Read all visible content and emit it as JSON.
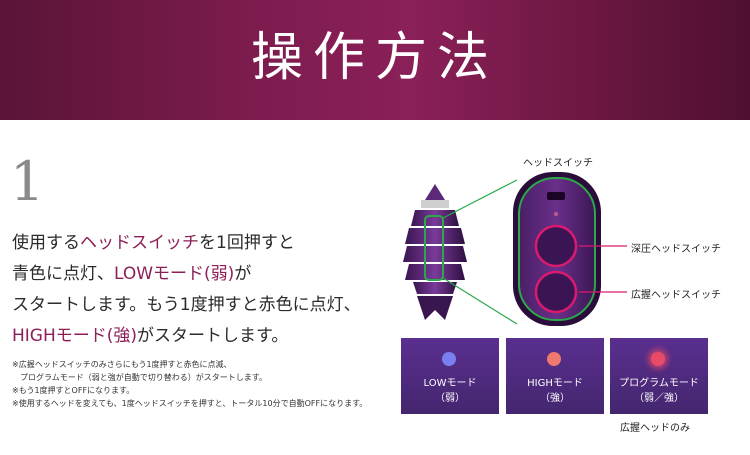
{
  "banner": {
    "title": "操作方法"
  },
  "step": {
    "number": "1",
    "lines": [
      {
        "pre": "使用する",
        "accent": "ヘッドスイッチ",
        "post": "を1回押すと"
      },
      {
        "pre": "青色に点灯、",
        "accent": "LOWモード(弱)",
        "post": "が"
      },
      {
        "pre": "スタートします。もう1度押すと赤色に点灯、",
        "accent": "",
        "post": ""
      },
      {
        "pre": "",
        "accent": "HIGHモード(強)",
        "post": "がスタートします。"
      }
    ],
    "notes": [
      "※広握ヘッドスイッチのみさらにもう1度押すと赤色に点滅、",
      "　プログラムモード（弱と強が自動で切り替わる）がスタートします。",
      "※もう1度押すとOFFになります。",
      "※使用するヘッドを変えても、1度ヘッドスイッチを押すと、トータル10分で自動OFFになります。"
    ]
  },
  "diagram": {
    "head_switch_label": "ヘッドスイッチ",
    "deep_switch_label": "深圧ヘッドスイッチ",
    "wide_switch_label": "広握ヘッドスイッチ"
  },
  "modes": [
    {
      "title": "LOWモード",
      "sub": "（弱）",
      "dot_color": "#7a7ff0"
    },
    {
      "title": "HIGHモード",
      "sub": "（強）",
      "dot_color": "#f0786e"
    },
    {
      "title": "プログラムモード",
      "sub": "（弱／強）",
      "dot_color": "#e84a68"
    }
  ],
  "footer_note": "広握ヘッドのみ",
  "colors": {
    "banner": "#7e1c4f",
    "accent": "#8c1f57",
    "panel": "#4a2a7a",
    "device": "#4b1f63",
    "ring": "#d91a6f",
    "line": "#2aa84a"
  }
}
